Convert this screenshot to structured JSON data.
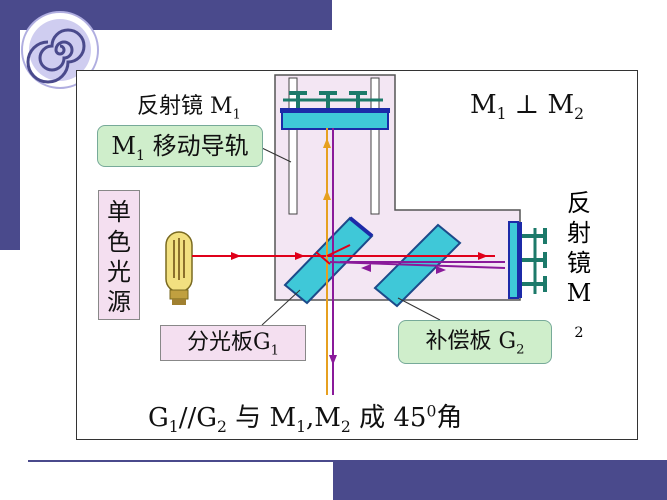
{
  "labels": {
    "mirror_m1": "反射镜 M",
    "mirror_m1_sub": "1",
    "perp_relation_left": "M",
    "perp_relation_left_sub": "1",
    "perp_symbol": " ⊥ ",
    "perp_relation_right": "M",
    "perp_relation_right_sub": "2",
    "rail_prefix": "M",
    "rail_prefix_sub": "1",
    "rail_text": " 移动导轨",
    "source_chars": [
      "单",
      "色",
      "光",
      "源"
    ],
    "mirror_m2_chars": [
      "反",
      "射",
      "镜",
      "M"
    ],
    "mirror_m2_sub": "2",
    "splitter_text": "分光板G",
    "splitter_sub": "1",
    "compensator_text": "补偿板 G",
    "compensator_sub": "2"
  },
  "formula": {
    "g1": "G",
    "g1_sub": "1",
    "parallel": "//G",
    "g2_sub": "2",
    "with": " 与  M",
    "m1_sub": "1",
    "comma_m2": ",M",
    "m2_sub": "2",
    "at": "   成 45",
    "deg_sup": "0",
    "angle": "角"
  },
  "colors": {
    "deco_bar": "#4a4a8c",
    "apparatus_bg": "#f3e6f3",
    "beam_red": "#e0001a",
    "beam_purple": "#8a1a9a",
    "beam_orange": "#e6a020",
    "plate_cyan": "#3fc8d8",
    "mirror_blue": "#1c2aa8",
    "rail_green": "#cfeecb",
    "label_pink": "#f4dff0"
  }
}
